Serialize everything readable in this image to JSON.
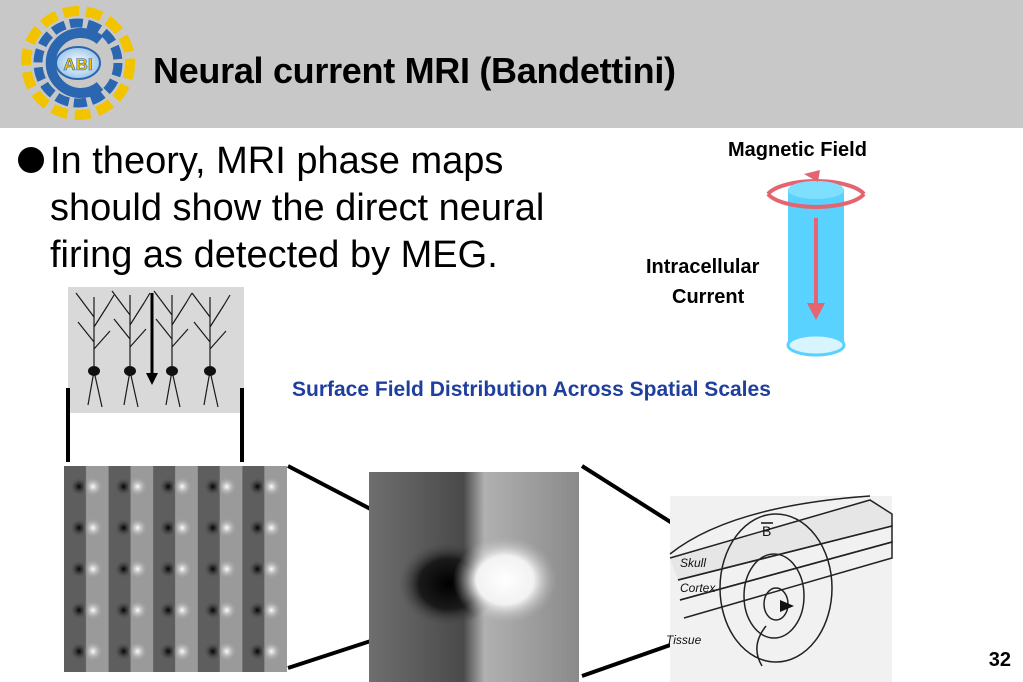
{
  "slide": {
    "title": "Neural current MRI (Bandettini)",
    "logo_text": "ABI",
    "bullet": "In theory, MRI phase maps should show the direct neural firing as detected by MEG.",
    "subtitle": "Surface Field Distribution Across Spatial Scales",
    "page_number": "32"
  },
  "diagram": {
    "magnetic_field_label": "Magnetic Field",
    "current_label_line1": "Intracellular",
    "current_label_line2": "Current",
    "cylinder_color": "#5ad2ff",
    "arrow_color": "#e46470"
  },
  "head_diagram": {
    "b_label": "B",
    "skull_label": "Skull",
    "cortex_label": "Cortex",
    "tissue_label": "Tissue"
  },
  "colors": {
    "header_bg": "#c8c8c8",
    "subtitle": "#1f3f9f",
    "logo_blue": "#2b66b0",
    "logo_yellow": "#f2c400"
  }
}
